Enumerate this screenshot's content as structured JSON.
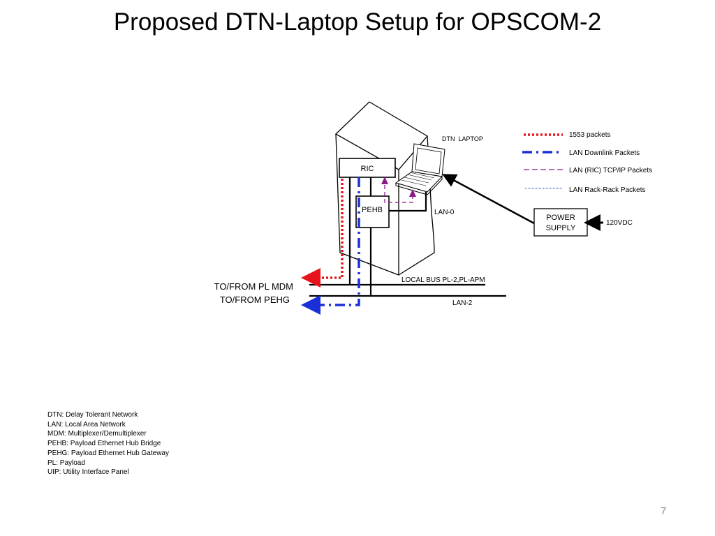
{
  "slide": {
    "title": "Proposed DTN-Laptop Setup for OPSCOM-2",
    "page_number": "7"
  },
  "diagram": {
    "labels": {
      "dtn_laptop": "DTN  LAPTOP",
      "ric": "RIC",
      "pehb": "PEHB",
      "lan0": "LAN-0",
      "lan2": "LAN-2",
      "local_bus": "LOCAL BUS PL-2,PL-APM",
      "to_from_mdm": "TO/FROM PL MDM",
      "to_from_pehg": "TO/FROM PEHG",
      "power_supply_line1": "POWER",
      "power_supply_line2": "SUPPLY",
      "voltage": "120VDC"
    },
    "legend": [
      {
        "label": "1553 packets",
        "color": "#e8141b",
        "style": "dotted"
      },
      {
        "label": "LAN Downlink Packets",
        "color": "#1a2fd6",
        "style": "dash-dot"
      },
      {
        "label": "LAN (RIC) TCP/IP Packets",
        "color": "#8b1a8b",
        "style": "dashed"
      },
      {
        "label": "LAN Rack-Rack Packets",
        "color": "#1a2fd6",
        "style": "fine-dotted"
      }
    ]
  },
  "abbreviations": [
    "DTN: Delay Tolerant Network",
    "LAN: Local Area Network",
    "MDM: Multiplexer/Demultiplexer",
    "PEHB: Payload Ethernet Hub Bridge",
    "PEHG: Payload Ethernet Hub Gateway",
    "PL: Payload",
    "UIP: Utility Interface Panel"
  ]
}
